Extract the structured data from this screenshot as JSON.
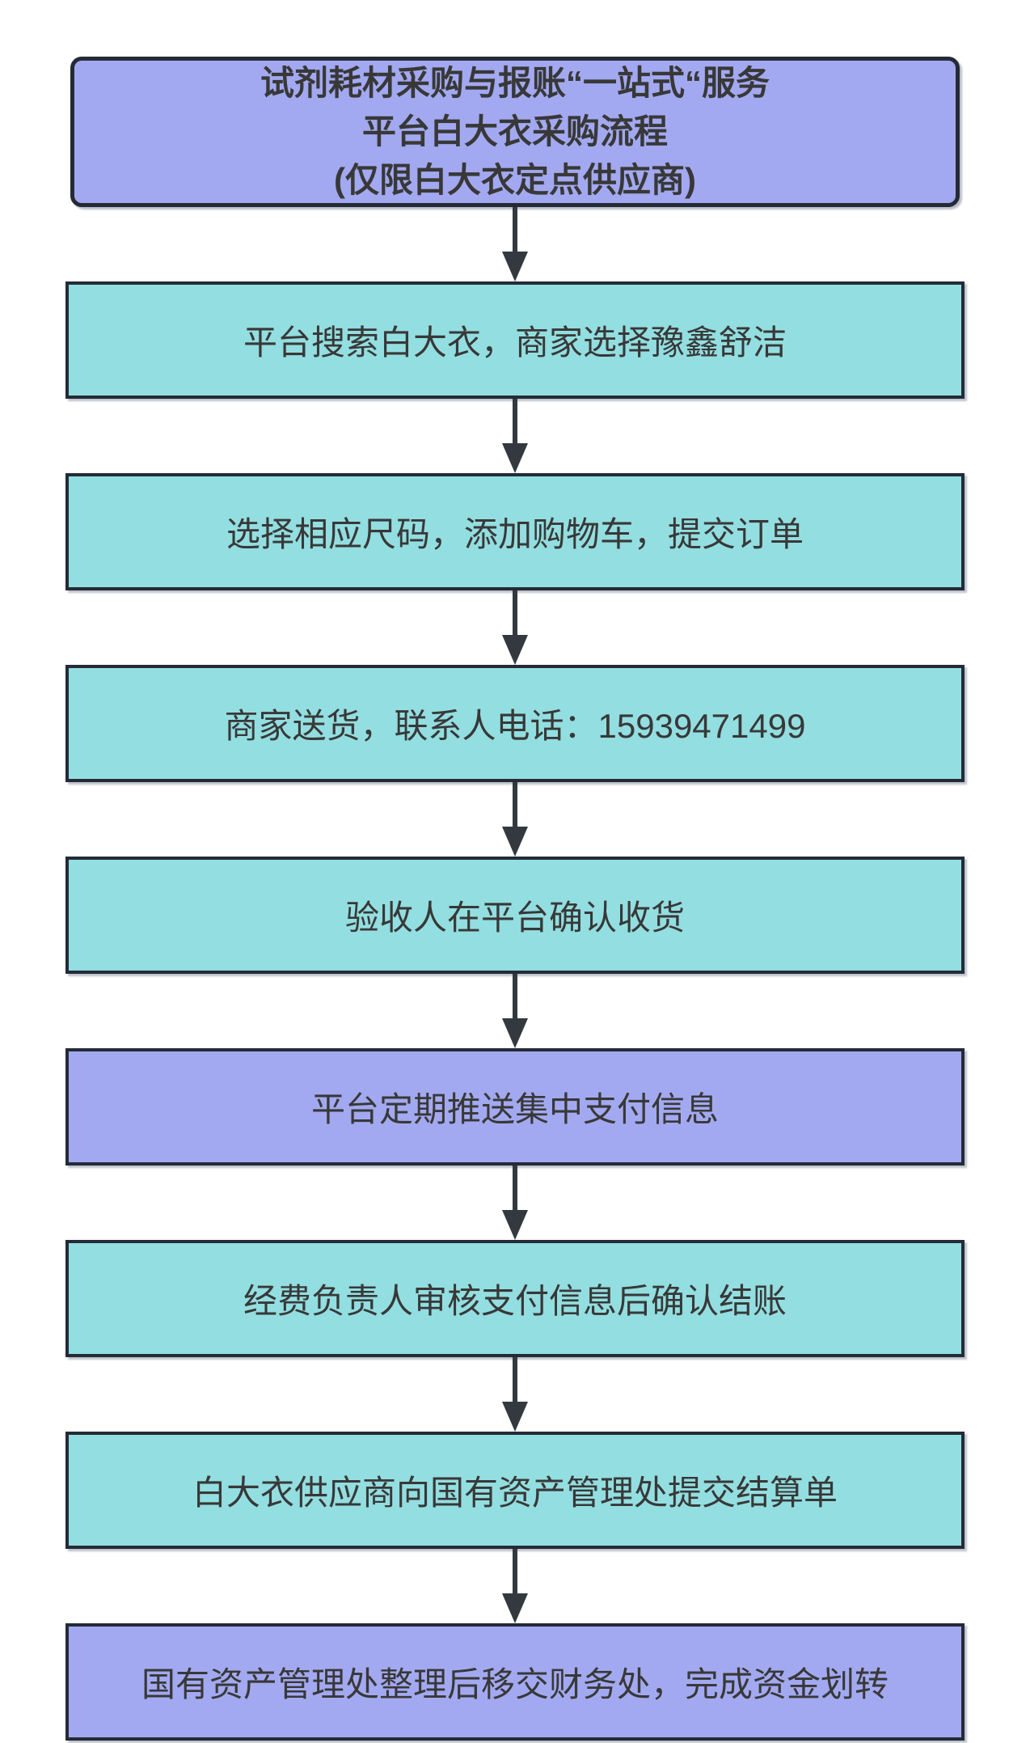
{
  "flowchart": {
    "title": {
      "lines": [
        "试剂耗材采购与报账“一站式“服务",
        "平台白大衣采购流程",
        "(仅限白大衣定点供应商)"
      ]
    },
    "steps": [
      {
        "label": "平台搜索白大衣，商家选择豫鑫舒洁",
        "variant": "cyan"
      },
      {
        "label": "选择相应尺码，添加购物车，提交订单",
        "variant": "cyan"
      },
      {
        "label": "商家送货，联系人电话：15939471499",
        "variant": "cyan"
      },
      {
        "label": "验收人在平台确认收货",
        "variant": "cyan"
      },
      {
        "label": "平台定期推送集中支付信息",
        "variant": "purple"
      },
      {
        "label": "经费负责人审核支付信息后确认结账",
        "variant": "cyan"
      },
      {
        "label": "白大衣供应商向国有资产管理处提交结算单",
        "variant": "cyan"
      },
      {
        "label": "国有资产管理处整理后移交财务处，完成资金划转",
        "variant": "purple"
      }
    ],
    "colors": {
      "purple": "#a3a9f0",
      "cyan": "#93dee0",
      "border": "#242b37",
      "arrow": "#33393f",
      "text": "#383838"
    }
  }
}
